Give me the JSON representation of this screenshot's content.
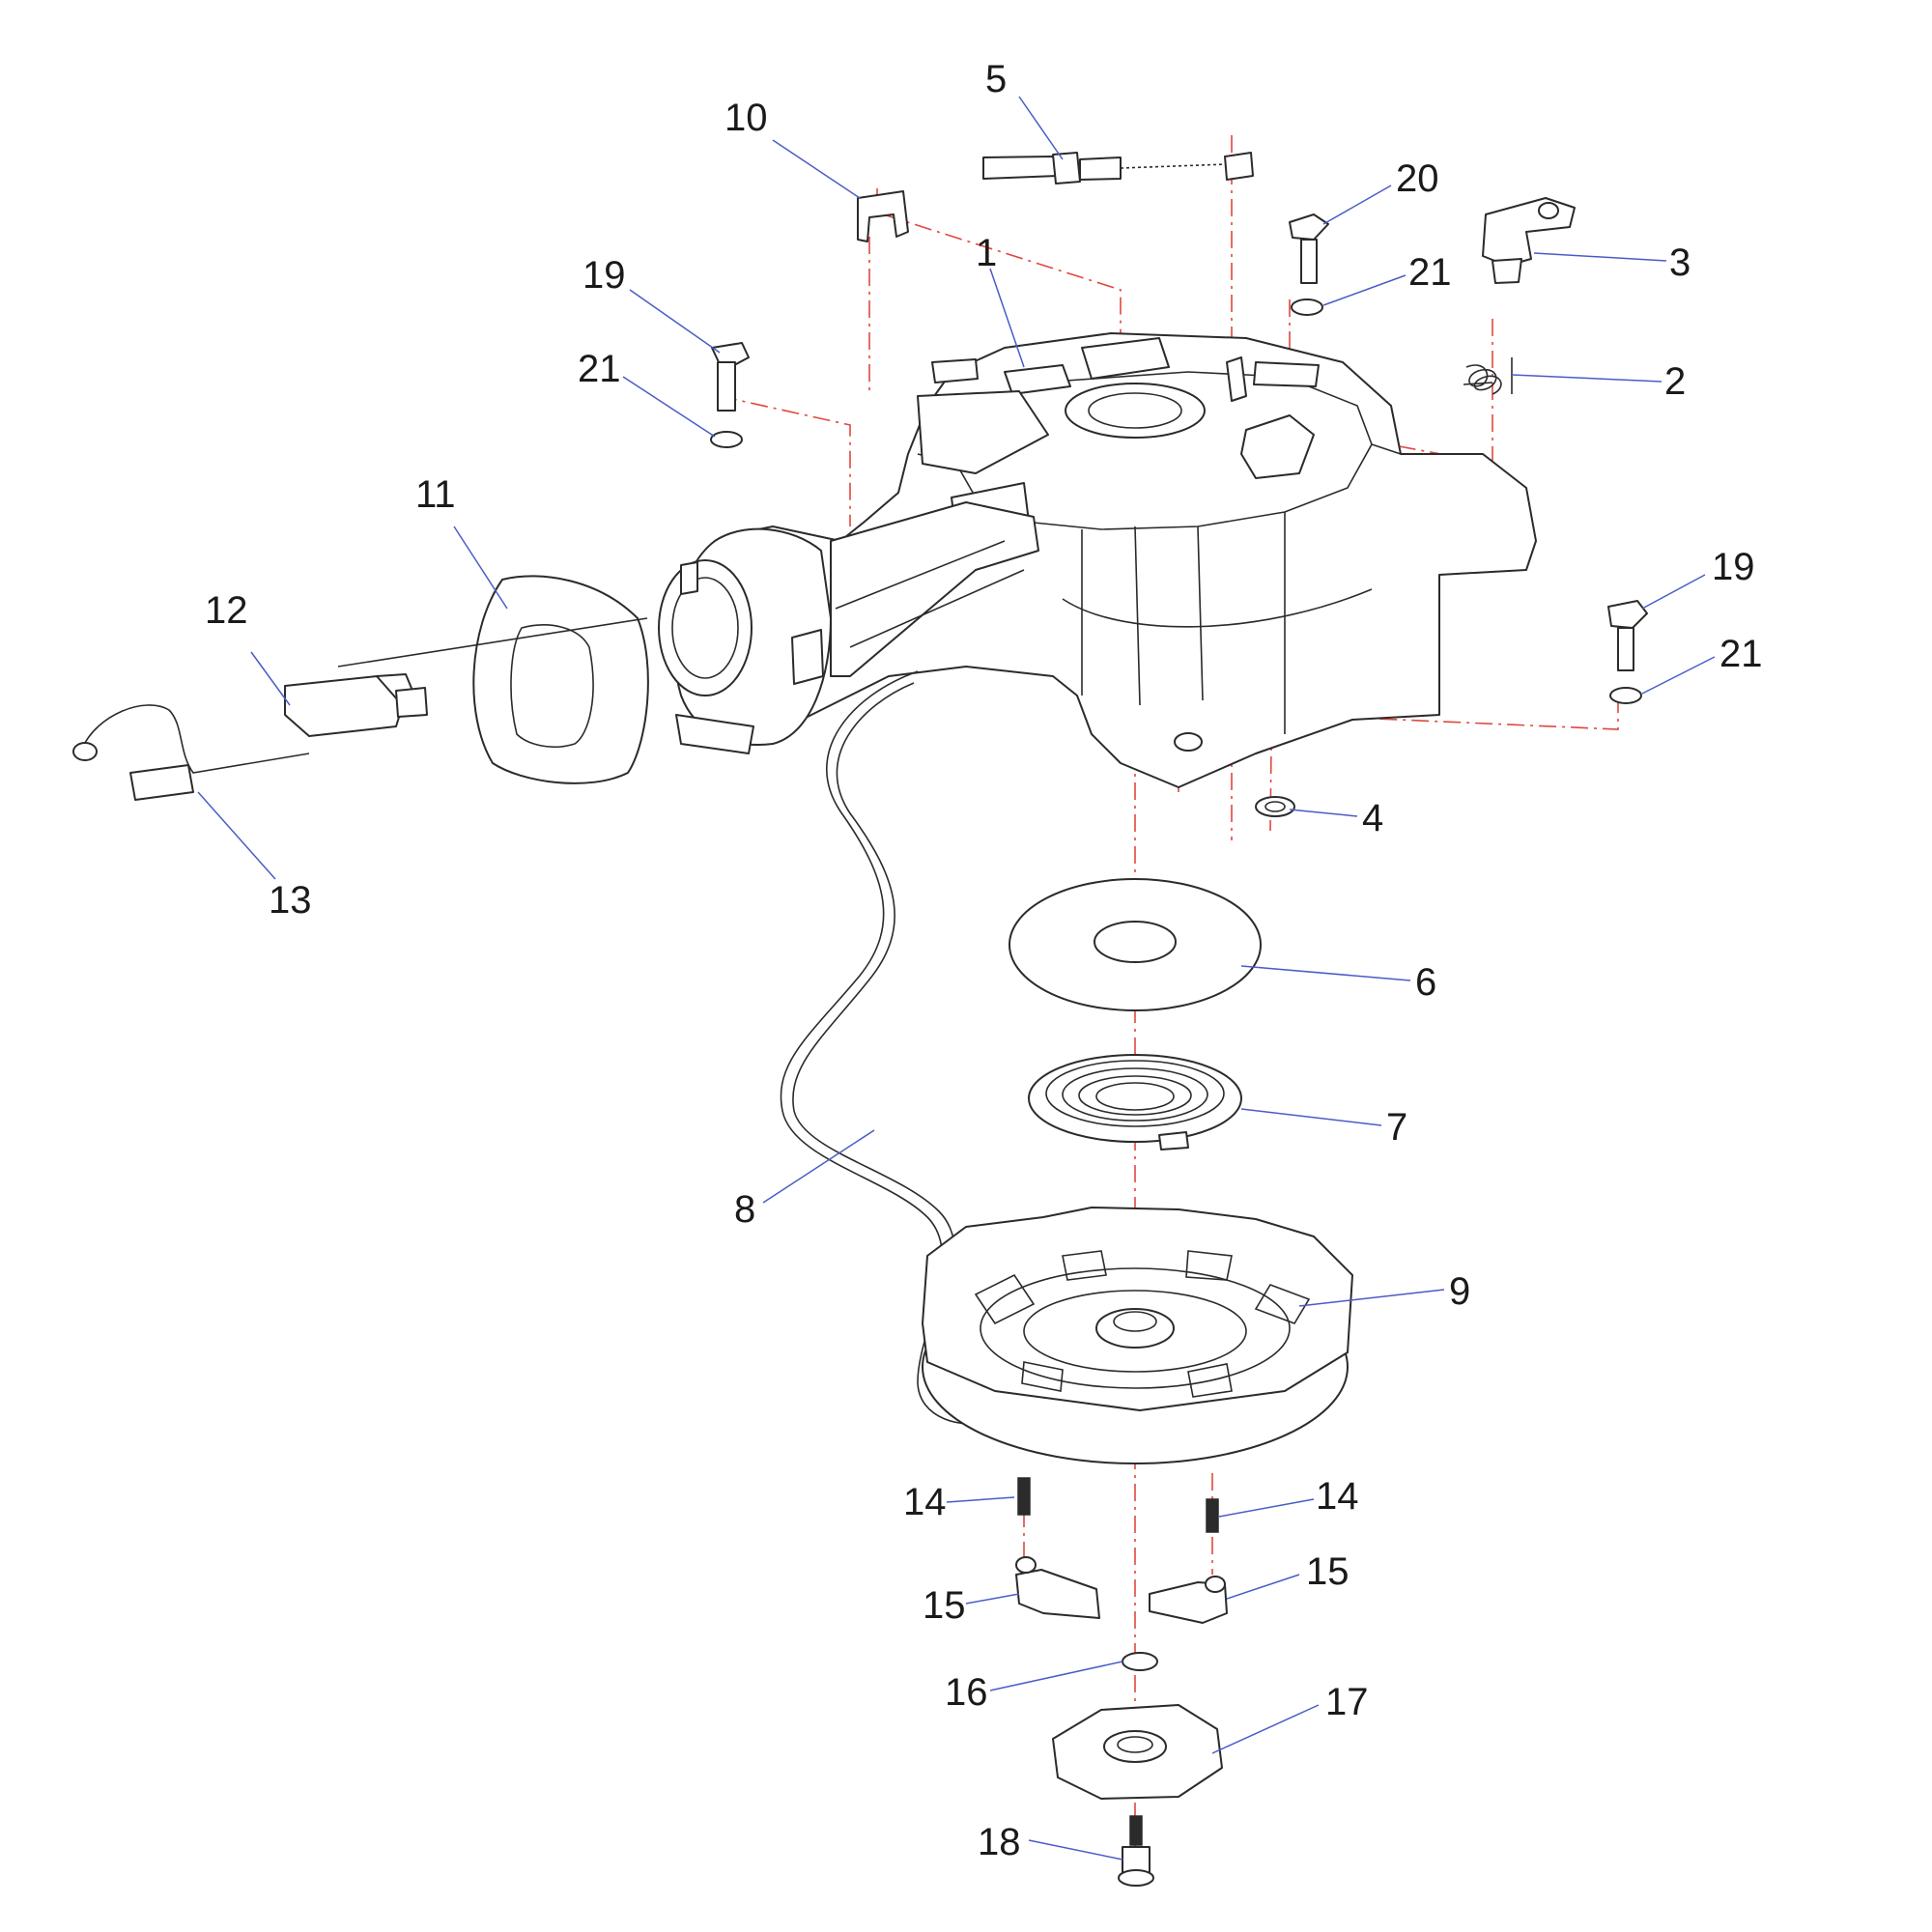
{
  "diagram": {
    "type": "exploded-parts-view",
    "colors": {
      "outline": "#2b2b2b",
      "axis_lines": "#e0483e",
      "leader_lines": "#4a5cc7",
      "background": "#ffffff"
    },
    "callouts": [
      {
        "id": "c1",
        "text": "1"
      },
      {
        "id": "c2",
        "text": "2"
      },
      {
        "id": "c3",
        "text": "3"
      },
      {
        "id": "c4",
        "text": "4"
      },
      {
        "id": "c5",
        "text": "5"
      },
      {
        "id": "c6",
        "text": "6"
      },
      {
        "id": "c7",
        "text": "7"
      },
      {
        "id": "c8",
        "text": "8"
      },
      {
        "id": "c9",
        "text": "9"
      },
      {
        "id": "c10",
        "text": "10"
      },
      {
        "id": "c11",
        "text": "11"
      },
      {
        "id": "c12",
        "text": "12"
      },
      {
        "id": "c13",
        "text": "13"
      },
      {
        "id": "c14a",
        "text": "14"
      },
      {
        "id": "c14b",
        "text": "14"
      },
      {
        "id": "c15a",
        "text": "15"
      },
      {
        "id": "c15b",
        "text": "15"
      },
      {
        "id": "c16",
        "text": "16"
      },
      {
        "id": "c17",
        "text": "17"
      },
      {
        "id": "c18",
        "text": "18"
      },
      {
        "id": "c19a",
        "text": "19"
      },
      {
        "id": "c19b",
        "text": "19"
      },
      {
        "id": "c20",
        "text": "20"
      },
      {
        "id": "c21a",
        "text": "21"
      },
      {
        "id": "c21b",
        "text": "21"
      },
      {
        "id": "c21c",
        "text": "21"
      }
    ]
  }
}
